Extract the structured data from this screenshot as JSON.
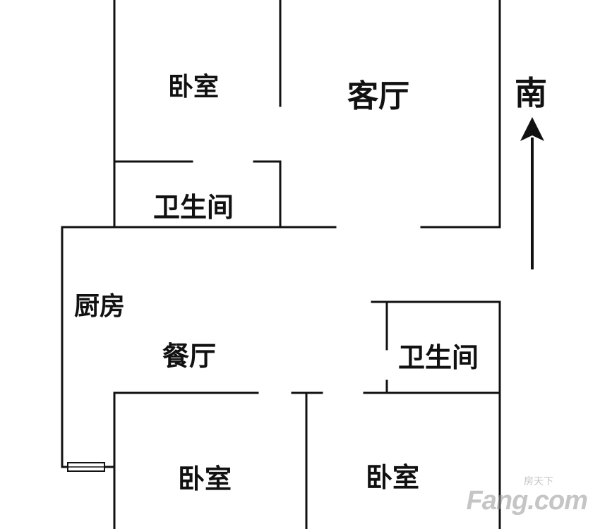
{
  "labels": {
    "bedroom_top": "卧室",
    "living_room": "客厅",
    "bathroom_upper": "卫生间",
    "kitchen": "厨房",
    "dining_room": "餐厅",
    "bathroom_lower": "卫生间",
    "bedroom_bottom_left": "卧室",
    "bedroom_bottom_right": "卧室",
    "south": "南"
  },
  "watermark": {
    "text": "Fang.com",
    "subtext": "房天下"
  },
  "colors": {
    "wall": "#111111",
    "watermark": "#969696"
  }
}
